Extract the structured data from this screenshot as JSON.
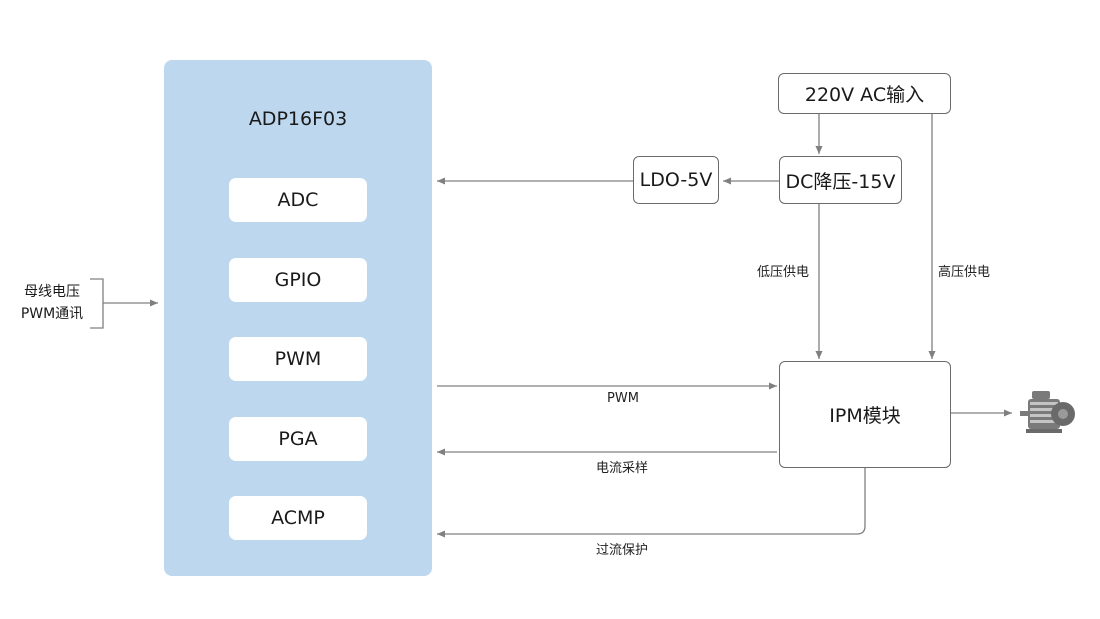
{
  "mcu": {
    "title": "ADP16F03",
    "modules": [
      "ADC",
      "GPIO",
      "PWM",
      "PGA",
      "ACMP"
    ]
  },
  "power": {
    "ac_input": "220V AC输入",
    "dc_step_down": "DC降压-15V",
    "ldo": "LDO-5V",
    "ipm": "IPM模块"
  },
  "inputs": {
    "bus_voltage": "母线电压",
    "pwm_comm": "PWM通讯"
  },
  "edge_labels": {
    "low_voltage_supply": "低压供电",
    "high_voltage_supply": "高压供电",
    "pwm": "PWM",
    "current_sampling": "电流采样",
    "overcurrent_protection": "过流保护"
  },
  "icons": {
    "motor": "motor-icon"
  },
  "colors": {
    "mcu_fill": "#bdd7ee",
    "wire": "#808080",
    "box_border": "#6b6b6b"
  }
}
